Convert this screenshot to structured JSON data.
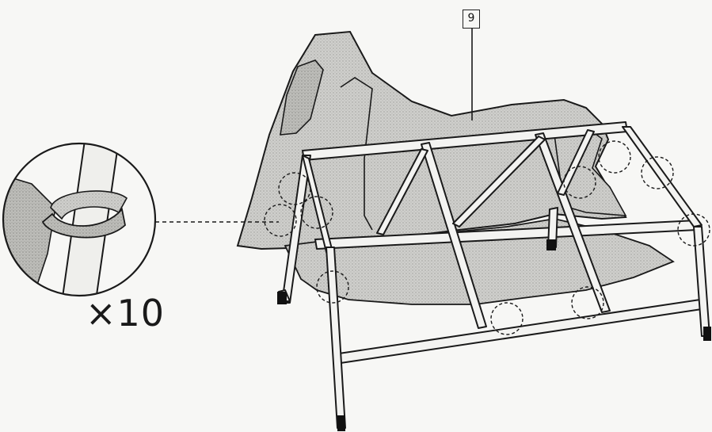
{
  "callout": {
    "quantity": "×10"
  },
  "part_label": {
    "number": "9"
  },
  "colors": {
    "line": "#1a1a1a",
    "fabric": "#c9c9c6",
    "fabric_dark": "#b6b6b2",
    "paper": "#f7f7f5"
  },
  "icons": {
    "strap_detail": "velcro-strap-loop-detail",
    "strap_markers": "dashed-circle-markers"
  }
}
